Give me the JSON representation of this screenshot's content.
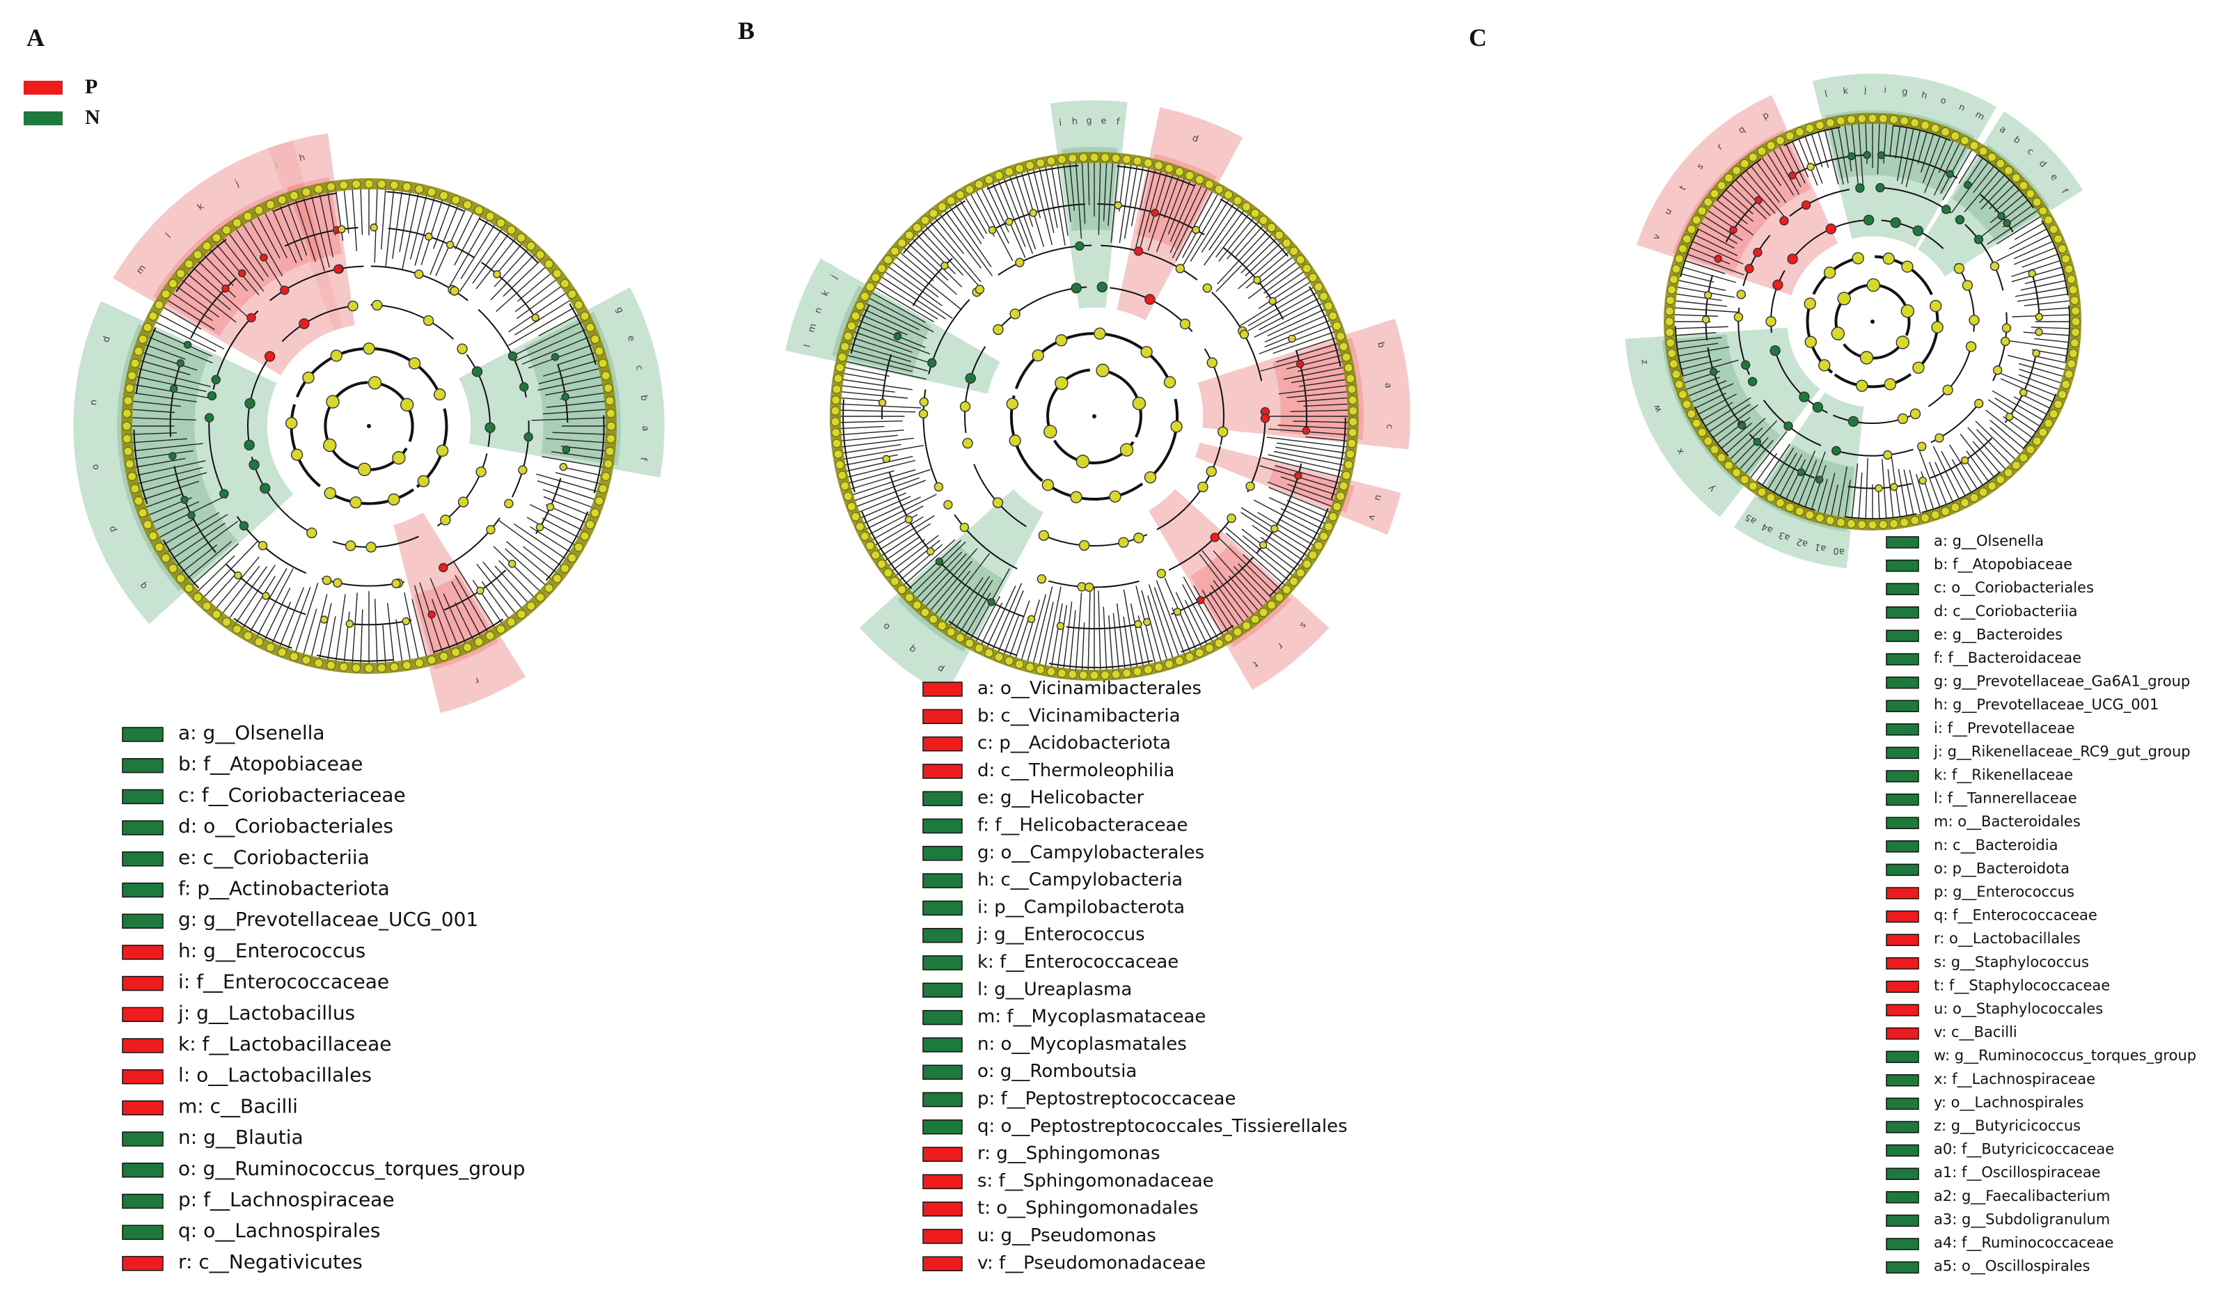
{
  "colors": {
    "P": "#ee1c1c",
    "N": "#1d7a3c",
    "node": "#d8d82a",
    "node_stroke": "#6e6e10",
    "P_shade": "#f4b6b6",
    "N_shade": "#b7d9c3"
  },
  "key": [
    {
      "label": "P",
      "color": "#ee1c1c"
    },
    {
      "label": "N",
      "color": "#1d7a3c"
    }
  ],
  "panels": [
    {
      "letter": "A",
      "highlights": [
        {
          "letters": "m l k j i",
          "group": "P"
        },
        {
          "letters": "g e c b a f",
          "group": "N"
        },
        {
          "letters": "q p o n d",
          "group": "N"
        },
        {
          "letters": "r",
          "group": "P"
        },
        {
          "letters": "h",
          "group": "P"
        }
      ],
      "legend": [
        {
          "text": "a: g__Olsenella",
          "group": "N"
        },
        {
          "text": "b: f__Atopobiaceae",
          "group": "N"
        },
        {
          "text": "c: f__Coriobacteriaceae",
          "group": "N"
        },
        {
          "text": "d: o__Coriobacteriales",
          "group": "N"
        },
        {
          "text": "e: c__Coriobacteriia",
          "group": "N"
        },
        {
          "text": "f: p__Actinobacteriota",
          "group": "N"
        },
        {
          "text": "g: g__Prevotellaceae_UCG_001",
          "group": "N"
        },
        {
          "text": "h: g__Enterococcus",
          "group": "P"
        },
        {
          "text": "i: f__Enterococcaceae",
          "group": "P"
        },
        {
          "text": "j: g__Lactobacillus",
          "group": "P"
        },
        {
          "text": "k: f__Lactobacillaceae",
          "group": "P"
        },
        {
          "text": "l: o__Lactobacillales",
          "group": "P"
        },
        {
          "text": "m: c__Bacilli",
          "group": "P"
        },
        {
          "text": "n: g__Blautia",
          "group": "N"
        },
        {
          "text": "o: g__Ruminococcus_torques_group",
          "group": "N"
        },
        {
          "text": "p: f__Lachnospiraceae",
          "group": "N"
        },
        {
          "text": "q: o__Lachnospirales",
          "group": "N"
        },
        {
          "text": "r: c__Negativicutes",
          "group": "P"
        }
      ]
    },
    {
      "letter": "B",
      "highlights": [
        {
          "letters": "i h g e f",
          "group": "N"
        },
        {
          "letters": "d",
          "group": "P"
        },
        {
          "letters": "b a c",
          "group": "P"
        },
        {
          "letters": "u v",
          "group": "P"
        },
        {
          "letters": "s r t",
          "group": "P"
        },
        {
          "letters": "p q o",
          "group": "N"
        },
        {
          "letters": "l m n k j",
          "group": "N"
        }
      ],
      "legend": [
        {
          "text": "a: o__Vicinamibacterales",
          "group": "P"
        },
        {
          "text": "b: c__Vicinamibacteria",
          "group": "P"
        },
        {
          "text": "c: p__Acidobacteriota",
          "group": "P"
        },
        {
          "text": "d: c__Thermoleophilia",
          "group": "P"
        },
        {
          "text": "e: g__Helicobacter",
          "group": "N"
        },
        {
          "text": "f: f__Helicobacteraceae",
          "group": "N"
        },
        {
          "text": "g: o__Campylobacterales",
          "group": "N"
        },
        {
          "text": "h: c__Campylobacteria",
          "group": "N"
        },
        {
          "text": "i: p__Campilobacterota",
          "group": "N"
        },
        {
          "text": "j: g__Enterococcus",
          "group": "N"
        },
        {
          "text": "k: f__Enterococcaceae",
          "group": "N"
        },
        {
          "text": "l: g__Ureaplasma",
          "group": "N"
        },
        {
          "text": "m: f__Mycoplasmataceae",
          "group": "N"
        },
        {
          "text": "n: o__Mycoplasmatales",
          "group": "N"
        },
        {
          "text": "o: g__Romboutsia",
          "group": "N"
        },
        {
          "text": "p: f__Peptostreptococcaceae",
          "group": "N"
        },
        {
          "text": "q: o__Peptostreptococcales_Tissierellales",
          "group": "N"
        },
        {
          "text": "r: g__Sphingomonas",
          "group": "P"
        },
        {
          "text": "s: f__Sphingomonadaceae",
          "group": "P"
        },
        {
          "text": "t: o__Sphingomonadales",
          "group": "P"
        },
        {
          "text": "u: g__Pseudomonas",
          "group": "P"
        },
        {
          "text": "v: f__Pseudomonadaceae",
          "group": "P"
        }
      ]
    },
    {
      "letter": "C",
      "highlights": [
        {
          "letters": "v u t s r q p",
          "group": "P"
        },
        {
          "letters": "l k j i g h o n m",
          "group": "N"
        },
        {
          "letters": "a b c d e f",
          "group": "N"
        },
        {
          "letters": "y x w z",
          "group": "N"
        },
        {
          "letters": "a0 a1 a2 a3 a4 a5",
          "group": "N"
        }
      ],
      "legend": [
        {
          "text": "a: g__Olsenella",
          "group": "N"
        },
        {
          "text": "b: f__Atopobiaceae",
          "group": "N"
        },
        {
          "text": "c: o__Coriobacteriales",
          "group": "N"
        },
        {
          "text": "d: c__Coriobacteriia",
          "group": "N"
        },
        {
          "text": "e: g__Bacteroides",
          "group": "N"
        },
        {
          "text": "f: f__Bacteroidaceae",
          "group": "N"
        },
        {
          "text": "g: g__Prevotellaceae_Ga6A1_group",
          "group": "N"
        },
        {
          "text": "h: g__Prevotellaceae_UCG_001",
          "group": "N"
        },
        {
          "text": "i: f__Prevotellaceae",
          "group": "N"
        },
        {
          "text": "j: g__Rikenellaceae_RC9_gut_group",
          "group": "N"
        },
        {
          "text": "k: f__Rikenellaceae",
          "group": "N"
        },
        {
          "text": "l: f__Tannerellaceae",
          "group": "N"
        },
        {
          "text": "m: o__Bacteroidales",
          "group": "N"
        },
        {
          "text": "n: c__Bacteroidia",
          "group": "N"
        },
        {
          "text": "o: p__Bacteroidota",
          "group": "N"
        },
        {
          "text": "p: g__Enterococcus",
          "group": "P"
        },
        {
          "text": "q: f__Enterococcaceae",
          "group": "P"
        },
        {
          "text": "r: o__Lactobacillales",
          "group": "P"
        },
        {
          "text": "s: g__Staphylococcus",
          "group": "P"
        },
        {
          "text": "t: f__Staphylococcaceae",
          "group": "P"
        },
        {
          "text": "u: o__Staphylococcales",
          "group": "P"
        },
        {
          "text": "v: c__Bacilli",
          "group": "P"
        },
        {
          "text": "w: g__Ruminococcus_torques_group",
          "group": "N"
        },
        {
          "text": "x: f__Lachnospiraceae",
          "group": "N"
        },
        {
          "text": "y: o__Lachnospirales",
          "group": "N"
        },
        {
          "text": "z: g__Butyricicoccus",
          "group": "N"
        },
        {
          "text": "a0: f__Butyricicoccaceae",
          "group": "N"
        },
        {
          "text": "a1: f__Oscillospiraceae",
          "group": "N"
        },
        {
          "text": "a2: g__Faecalibacterium",
          "group": "N"
        },
        {
          "text": "a3: g__Subdoligranulum",
          "group": "N"
        },
        {
          "text": "a4: f__Ruminococcaceae",
          "group": "N"
        },
        {
          "text": "a5: o__Oscillospirales",
          "group": "N"
        }
      ]
    }
  ]
}
